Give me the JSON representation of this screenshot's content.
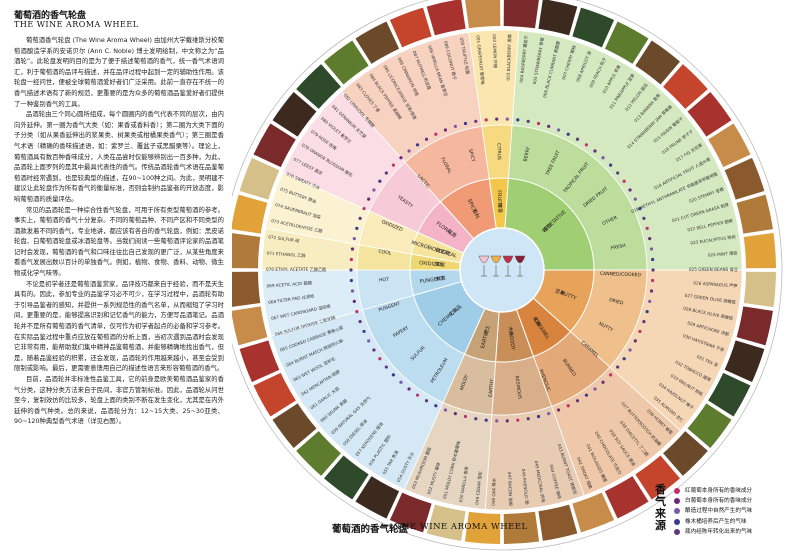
{
  "header": {
    "title_zh": "葡萄酒的香气轮盘",
    "title_en": "THE WINE AROMA WHEEL"
  },
  "intro_paragraphs": [
    "葡萄酒香气轮盘 (The Wine Aroma Wheel) 由加州大学戴维斯分校葡萄酒酿造学系的安诺贝尔 (Ann C. Noble) 博士发明绘制，中文称之为“品酒轮”。此轮盘发明的目的是为了便于描述葡萄酒的香气，统一香气术语词汇，利于葡萄酒的品评与描述，并在品评过程中起到一定的辅助性作用。该轮盘一经问世，便被全球葡萄酒爱好者们广泛采用。此前一直存在不统一的香气描述术语有了新的规范，更重要的是为众多的葡萄酒品鉴爱好者们提供了一种鉴别香气的工具。",
    "品酒轮由三个同心圆所组成，每个圆圈内的香气代表不同的层次，由内向外延伸。第一圈为香气大类（如：果香或香料香）；第二圈为大类下面的子分类（如从果香延伸出的浆果类、树果类或柑橘果类香气）；第三圈是香气术语（精确的香味描述语，如：紫罗兰、覆盆子或黑醋栗等）。理论上，葡萄酒具有数百种香味成分，人类在品尝时仅能够辨别出一百多种，为此，品酒轮上面罗列的是其中最具代表性的香气。传统品酒轮香气术语在品鉴葡萄酒时经常遇到，也是较典型的描述，在90~100种之间。为此，吴明建不建议让此轮盘作为所有香气的衡量标准，否则会制约品鉴者的开放态度，影响葡萄酒的质量评估。",
    "常见的品酒轮是一种综合性香气轮盘，可用于所有类型葡萄酒的参考。事实上，葡萄酒的香气十分复杂。不同的葡萄品种、不同产区和不同类型的酒款发着不同的香气，专业地讲，都应该有各自的香气轮盘，例如：黑皮诺轮盘、白葡萄酒轮盘或冰酒轮盘等。当我们阅读一些葡萄酒评论家的品酒笔记时会发现，葡萄酒的香气和口味往往比自己发现的更广泛，从某些角度来看香气发展出数以百计的单独香气。例如，植物、食物、香料、动物、微生物或化学气味等。",
    "不论是初学者还是葡萄酒鉴赏家，品评技巧都来自于经验，而不是天生具有的。因此，参加专业的品鉴学习必不可少，在学习过程中，品酒轮有助于引导品鉴者的感知，并提供一系列规范性的香气名单，从而缩短了学习时间，更重要的是，能够提高识别和记忆香气的能力，方便写品酒笔记。品酒轮并不是所有葡萄酒的香气清单，仅可作为初学者起点的必备和学习参考。在实际品鉴过程中重点应放在葡萄酒的分析上面，当初次遇到品酒时会发现它非常有用，能帮助我们集中精神品鉴葡萄酒，并能够精确地找出香气，但是，随着品鉴经验的积累，还会发现，品酒轮的作用越来越小，甚至会受到限制或影响。最后，更需要意馈用自己的描述性语言来形容葡萄酒的香气。",
    "目前，品酒轮并非标准性品鉴工具，它的前身是欧美葡萄酒品鉴家的香气分类，这种分类方法来自于民间，非官方管制标准。因此，品酒轮从问世至今，复制效仿的比较多，轮盘上面的类别不断在发生变化，尤其是在内外延伸的香气种类。总的来说，品酒轮分为：12~15大类、25~30亚类、90~120种典型香气术语（详见右图）。"
  ],
  "wheel": {
    "center_zh": "葡萄酒的香气轮盘",
    "center_en": "THE WINE AROMA WHEEL",
    "inner": [
      {
        "id": "fruity",
        "en": "FRUITY",
        "zh": "果香",
        "color": "#f3c84a"
      },
      {
        "id": "vegetative",
        "en": "VEGETATIVE",
        "zh": "植物",
        "color": "#9fcf72"
      },
      {
        "id": "nutty",
        "en": "NUTTY",
        "zh": "坚果",
        "color": "#e8a35b"
      },
      {
        "id": "caramel",
        "en": "CARAMEL",
        "zh": "焦糖",
        "color": "#d9843e"
      },
      {
        "id": "woody",
        "en": "WOODY",
        "zh": "木头",
        "color": "#c98d57"
      },
      {
        "id": "earthy",
        "en": "EARTHY",
        "zh": "泥土",
        "color": "#c7a276"
      },
      {
        "id": "chemical",
        "en": "CHEMICAL",
        "zh": "化学品",
        "color": "#9fcde8"
      },
      {
        "id": "pungent",
        "en": "PUNGENT",
        "zh": "刺激",
        "color": "#b3d8ee"
      },
      {
        "id": "oxidized",
        "en": "OXIDIZED",
        "zh": "氧化",
        "color": "#efd873"
      },
      {
        "id": "microbiological",
        "en": "MICROBIOLOGICAL",
        "zh": "微生物",
        "color": "#f6e39c"
      },
      {
        "id": "floral",
        "en": "FLORAL",
        "zh": "花香",
        "color": "#f4b3c6"
      },
      {
        "id": "spicy",
        "en": "SPICY",
        "zh": "香料",
        "color": "#f09a76"
      }
    ],
    "middle": [
      {
        "en": "CITRUS",
        "zh": "柑橘"
      },
      {
        "en": "BERRY",
        "zh": "浆果"
      },
      {
        "en": "TREE FRUIT",
        "zh": "树果"
      },
      {
        "en": "TROPICAL FRUIT",
        "zh": "热带水果"
      },
      {
        "en": "DRIED FRUIT",
        "zh": "干果"
      },
      {
        "en": "OTHER",
        "zh": "其他"
      },
      {
        "en": "FRESH",
        "zh": "新鲜"
      },
      {
        "en": "CANNED/COOKED",
        "zh": "罐装/煮熟"
      },
      {
        "en": "DRIED",
        "zh": "干的"
      },
      {
        "en": "NUTTY",
        "zh": "坚果"
      },
      {
        "en": "CARAMEL",
        "zh": "焦糖"
      },
      {
        "en": "BURNED",
        "zh": "烧焦"
      },
      {
        "en": "PHENOLIC",
        "zh": "酚"
      },
      {
        "en": "RESINOUS",
        "zh": "树脂"
      },
      {
        "en": "EARTHY",
        "zh": "泥土"
      },
      {
        "en": "MOLDY",
        "zh": "发霉"
      },
      {
        "en": "PETROLEUM",
        "zh": "石油"
      },
      {
        "en": "SULFUR",
        "zh": "硫化物"
      },
      {
        "en": "PAPERY",
        "zh": "纸"
      },
      {
        "en": "PUNGENT",
        "zh": "刺激"
      },
      {
        "en": "HOT",
        "zh": "辛辣"
      },
      {
        "en": "COOL",
        "zh": "清凉"
      },
      {
        "en": "OXIDIZED",
        "zh": "氧化"
      },
      {
        "en": "YEASTY",
        "zh": "酵母"
      },
      {
        "en": "LACTIC",
        "zh": "乳酸"
      },
      {
        "en": "FLORAL",
        "zh": "花香"
      },
      {
        "en": "SPICY",
        "zh": "香料"
      }
    ],
    "outer_terms": [
      "001 GRAPEFRUIT 葡萄柚",
      "002 LEMON 柠檬",
      "003 BLACKBERRY 黑莓",
      "004 RASPBERRY 覆盆子",
      "005 STRAWBERRY 草莓",
      "006 BLACK CURRANT 黑醋栗",
      "007 CHERRY 樱桃",
      "008 APRICOT 杏",
      "009 PEACH 桃子",
      "010 APPLE 苹果",
      "011 PINEAPPLE 菠萝",
      "012 MELON 甜瓜",
      "013 BANANA 香蕉",
      "014 STRAWBERRY JAM 草莓酱",
      "015 RAISIN 葡萄干",
      "016 PRUNE 李子干",
      "017 FIG 无花果",
      "018 ARTIFICIAL FRUIT 人造水果",
      "019 METHYL ANTHRANILATE 邻氨基苯甲酸甲酯",
      "020 STEMMY 茎梗",
      "021 CUT GREEN GRASS 割草",
      "022 BELL PEPPER 甜椒",
      "023 EUCALYPTUS 桉树",
      "024 MINT 薄荷",
      "025 GREEN BEANS 青豆",
      "026 ASPARAGUS 芦笋",
      "027 GREEN OLIVE 绿橄榄",
      "028 BLACK OLIVE 黑橄榄",
      "029 ARTICHOKE 洋蓟",
      "030 HAY/STRAW 干草",
      "031 TEA 茶",
      "032 TOBACCO 烟草",
      "033 WALNUT 核桃",
      "034 HAZELNUT 榛子",
      "035 ALMOND 杏仁",
      "036 HONEY 蜂蜜",
      "037 BUTTERSCOTCH 奶油糖",
      "038 DIACETYL 丁二酮",
      "039 SOY SAUCE 酱油",
      "040 CHOCOLATE 巧克力",
      "041 MOLASSES 糖蜜",
      "042 SMOKY 烟熏",
      "043 BURNT TOAST 烤面包",
      "044 COFFEE 咖啡",
      "045 MEDICINAL 药味",
      "046 PHENOLIC 酚",
      "047 BACON 培根",
      "048 OAK 橡木",
      "049 CEDAR 雪松",
      "050 VANILLA 香草",
      "051 MOLDY CORK 软木塞霉味",
      "052 MUSTY 霉味",
      "053 MUSHROOM 蘑菇",
      "054 DUSTY 灰尘",
      "055 TAR 焦油",
      "056 PLASTIC 塑料",
      "057 KEROSENE 煤油",
      "058 DIESEL 柴油",
      "059 NATURAL GAS 天然气",
      "060 SKUNK 臭鼬",
      "061 GARLIC 大蒜",
      "062 MERCAPTAN 硫醇",
      "063 WET WOOL 湿羊毛",
      "064 BURNT MATCH 燃烧的火柴",
      "065 COOKED CABBAGE 煮卷心菜",
      "066 SULFUR DIOXIDE 二氧化硫",
      "067 WET CARDBOARD 湿纸板",
      "068 FILTER PAD 过滤纸",
      "069 ACETIC ACID 醋酸",
      "070 ETHYL ACETATE 乙酸乙酯",
      "071 ETHANOL 乙醇",
      "072 SULFUR 硫",
      "073 ACETALDEHYDE 乙醛",
      "074 SAUERKRAUT 泡菜",
      "075 BUTTERY 黄油",
      "076 SWEATY 汗水",
      "077 LEESY 酒泥",
      "078 ORANGE BLOSSOM 橙花",
      "079 ROSE 玫瑰",
      "080 VIOLET 紫罗兰",
      "081 GERANIUM 天竺葵",
      "082 LINALOOL 芳樟醇",
      "083 CLOVES 丁香",
      "084 BLACK PEPPER 黑胡椒",
      "085 LICORICE/ANISE 甘草/茴香",
      "086 CINNAMON 肉桂",
      "087 NUTMEG 肉豆蔻",
      "088 VANILLA BEAN 香草豆",
      "089 COCONUT 椰子",
      "090 TRUFFLE 松露"
    ]
  },
  "footer": {
    "title_zh": "葡萄酒的香气轮盘",
    "title_en": "THE WINE AROMA WHEEL"
  },
  "legend": {
    "title": "香气来源",
    "items": [
      {
        "label": "红葡萄本身所有的香味成分",
        "color": "#c0306a"
      },
      {
        "label": "白葡萄本身所有的香味成分",
        "color": "#6b2a78"
      },
      {
        "label": "酿造过程中自然产生的气味",
        "color": "#7a5aa8"
      },
      {
        "label": "橡木桶培养后产生的气味",
        "color": "#3a3a8c"
      },
      {
        "label": "瓶内经陈年转化出来的气味",
        "color": "#5a3a7a"
      }
    ]
  }
}
